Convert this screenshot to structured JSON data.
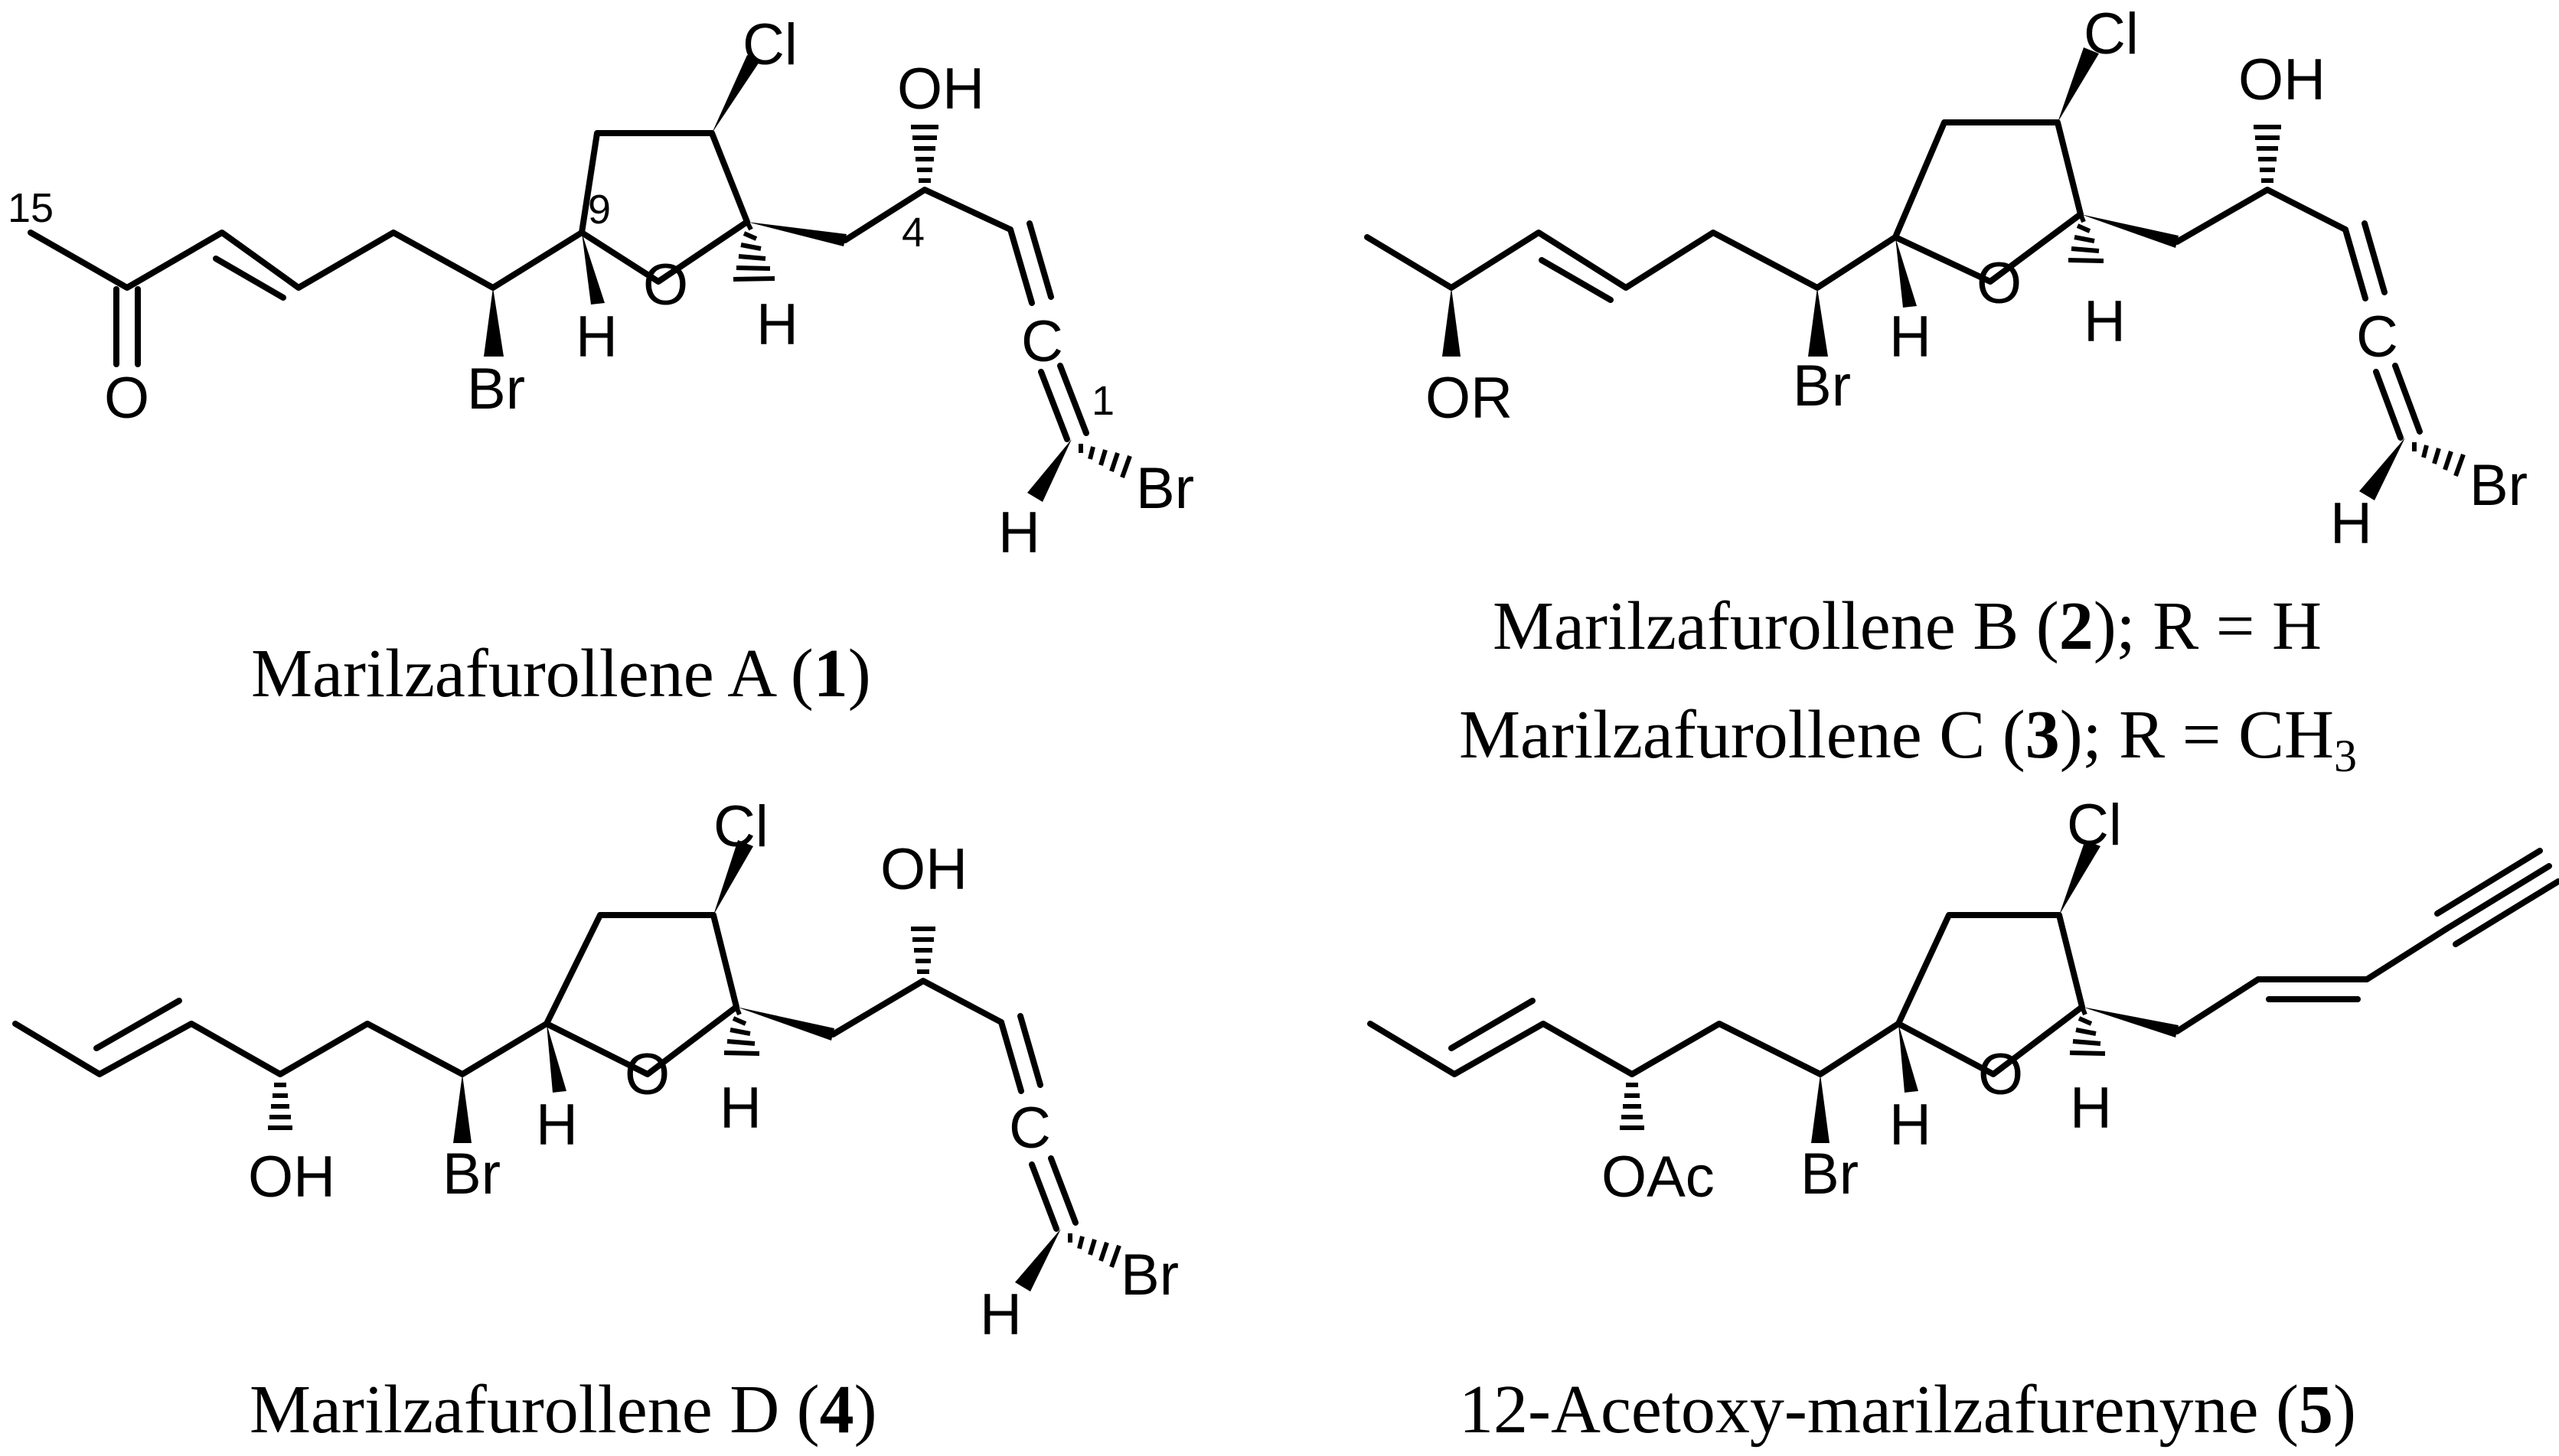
{
  "atoms": {
    "cl": "Cl",
    "oh": "OH",
    "o": "O",
    "h": "H",
    "br": "Br",
    "c": "C",
    "or": "OR",
    "oac": "OAc"
  },
  "locants": {
    "c15": "15",
    "c9": "9",
    "c4": "4",
    "c1": "1"
  },
  "captions": {
    "a": {
      "name": "Marilzafurollene A (",
      "number": "1",
      "close": ")"
    },
    "b": {
      "name": "Marilzafurollene B (",
      "number": "2",
      "close": "); R = H"
    },
    "c": {
      "name": "Marilzafurollene C (",
      "number": "3",
      "close": "); R = CH",
      "subscript": "3"
    },
    "d": {
      "name": "Marilzafurollene D (",
      "number": "4",
      "close": ")"
    },
    "e": {
      "name": "12-Acetoxy-marilzafurenyne (",
      "number": "5",
      "close": ")"
    }
  }
}
